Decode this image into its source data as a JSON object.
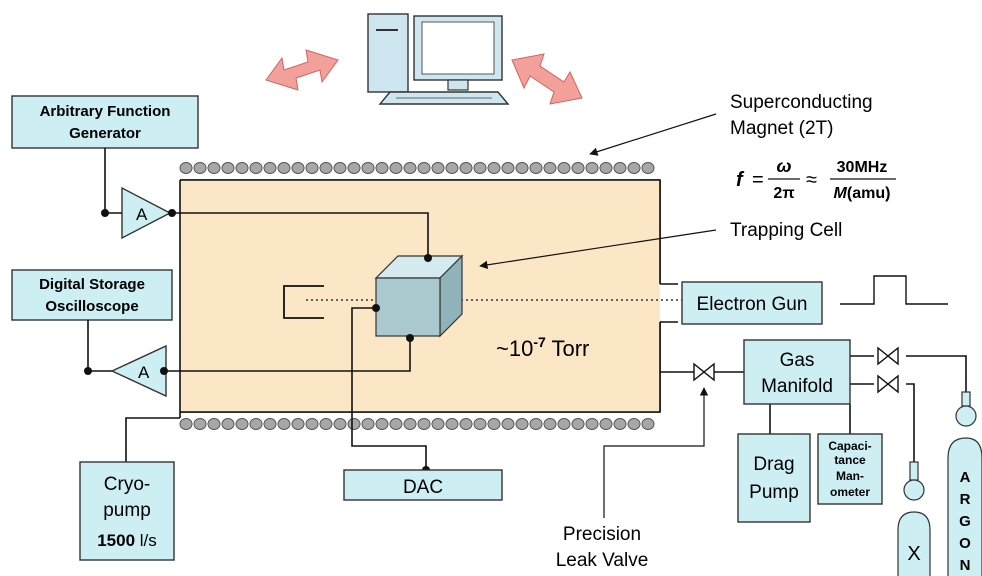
{
  "labels": {
    "arbitrary_function_generator_line1": "Arbitrary Function",
    "arbitrary_function_generator_line2": "Generator",
    "digital_storage_oscilloscope_line1": "Digital Storage",
    "digital_storage_oscilloscope_line2": "Oscilloscope",
    "amplifier_top": "A",
    "amplifier_bottom": "A",
    "superconducting_magnet_line1": "Superconducting",
    "superconducting_magnet_line2": "Magnet (2T)",
    "trapping_cell": "Trapping Cell",
    "electron_gun": "Electron Gun",
    "pressure_prefix": "~10",
    "pressure_exponent": "-7",
    "pressure_unit": " Torr",
    "gas_manifold_line1": "Gas",
    "gas_manifold_line2": "Manifold",
    "drag_pump_line1": "Drag",
    "drag_pump_line2": "Pump",
    "capacitance_manometer_line1": "Capaci-",
    "capacitance_manometer_line2": "tance",
    "capacitance_manometer_line3": "Man-",
    "capacitance_manometer_line4": "ometer",
    "cryopump_line1": "Cryo-",
    "cryopump_line2": "pump",
    "cryopump_speed": "1500",
    "cryopump_unit": " l/s",
    "dac": "DAC",
    "leak_valve_line1": "Precision",
    "leak_valve_line2": "Leak Valve",
    "gas_x": "X",
    "argon_letters": [
      "A",
      "R",
      "G",
      "O",
      "N"
    ]
  },
  "formula": {
    "lhs": "f",
    "eq": "=",
    "numerator": "ω",
    "denominator": "2π",
    "approx": "≈",
    "rhs_numerator": "30MHz",
    "rhs_denominator_var": "M",
    "rhs_denominator_unit": "(amu)"
  },
  "colors": {
    "chamber_fill": "#fbe6c6",
    "box_fill": "#cdeef3",
    "cube_front": "#a9c9ce",
    "cube_top": "#d4eaee",
    "cube_side": "#8fb3b9",
    "arrow_fill": "#f4a09a",
    "monitor_fill": "#cde6f0",
    "coil_fill": "#a7a7a7"
  },
  "icons": {
    "computer": "computer-icon",
    "double_arrow": "double-arrow-icon",
    "valve": "valve-icon",
    "gas_cylinder": "gas-cylinder-icon"
  }
}
